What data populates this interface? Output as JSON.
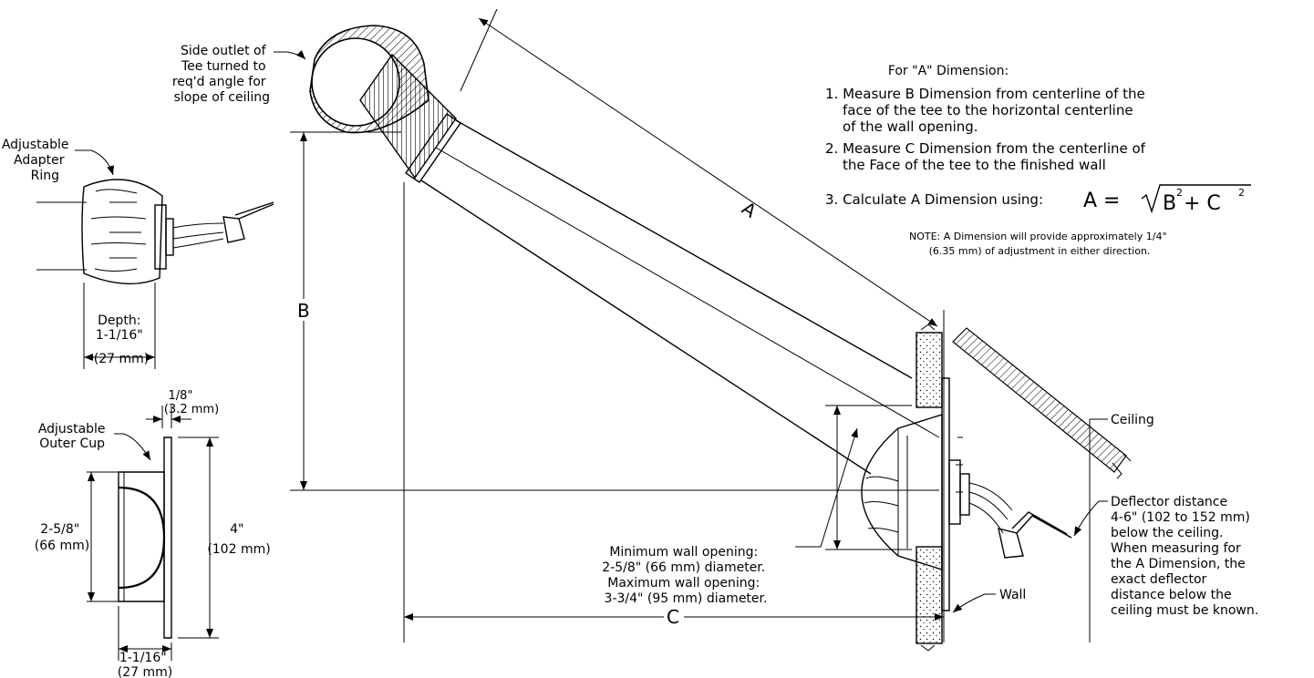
{
  "labels": {
    "side_outlet": [
      "Side outlet of",
      "Tee turned to",
      "req'd angle for",
      "slope of ceiling"
    ],
    "adapter_ring": [
      "Adjustable",
      "Adapter",
      "Ring"
    ],
    "depth": [
      "Depth:",
      "1-1/16\"",
      "(27 mm)"
    ],
    "gap": [
      "1/8\"",
      "(3.2 mm)"
    ],
    "outer_cup": [
      "Adjustable",
      "Outer Cup"
    ],
    "dia_small": [
      "2-5/8\"",
      "(66 mm)"
    ],
    "dia_large": [
      "4\"",
      "(102 mm)"
    ],
    "cup_depth": [
      "1-1/16\"",
      "(27 mm)"
    ],
    "wall_opening": [
      "Minimum wall opening:",
      "2-5/8\" (66 mm) diameter.",
      "Maximum wall opening:",
      "3-3/4\" (95 mm) diameter."
    ],
    "wall": "Wall",
    "ceiling": "Ceiling",
    "deflector": [
      "Deflector distance",
      "4-6\" (102 to 152 mm)",
      "below the ceiling.",
      "When measuring for",
      "the A Dimension, the",
      "exact deflector",
      "distance below the",
      "ceiling must be known."
    ],
    "dim_a": "A",
    "dim_b": "B",
    "dim_c": "C"
  },
  "instructions": {
    "title": "For \"A\" Dimension:",
    "steps": [
      "1. Measure B Dimension from centerline of the",
      "face of the tee to the horizontal centerline",
      "of the wall opening.",
      "2. Measure C Dimension from the centerline of",
      "the Face of the tee to the finished wall",
      "3. Calculate A Dimension using:"
    ],
    "formula": {
      "lhs": "A = ",
      "b": "B",
      "exp1": "2",
      "plus": "+ C",
      "exp2": "2"
    },
    "note": [
      "NOTE: A Dimension will provide approximately 1/4\"",
      "(6.35 mm) of adjustment in either direction."
    ]
  }
}
